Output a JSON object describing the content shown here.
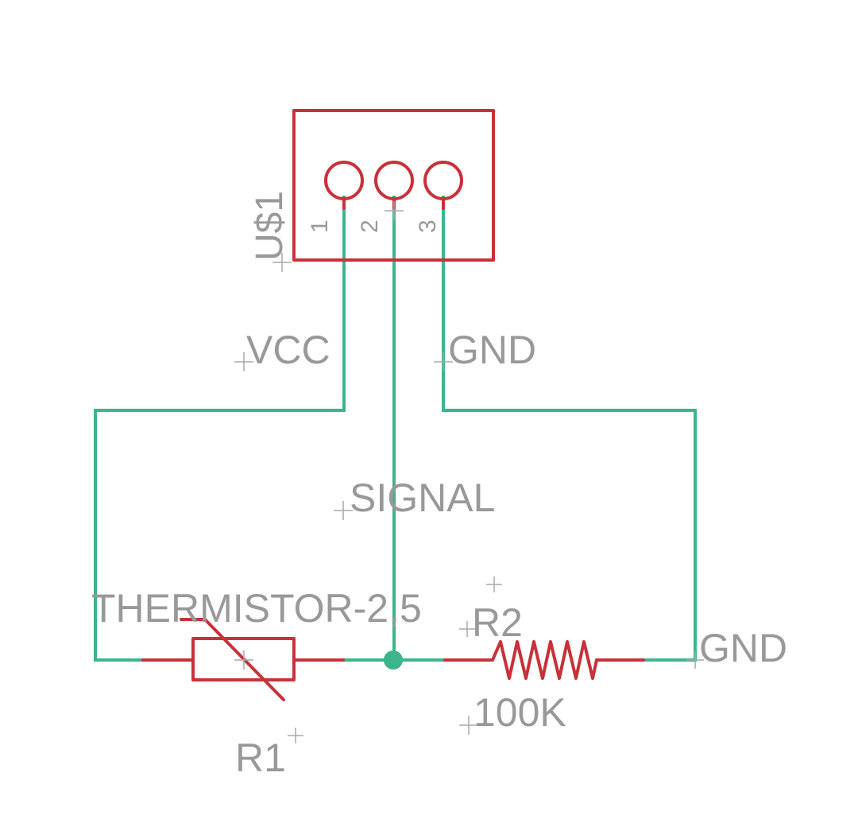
{
  "colors": {
    "background": "#ffffff",
    "wire": "#3cb58c",
    "part": "#c8313a",
    "label": "#999999",
    "junction": "#3cb58c"
  },
  "connector": {
    "name": "U$1",
    "pins": [
      "1",
      "2",
      "3"
    ]
  },
  "nets": {
    "vcc": "VCC",
    "gnd_top": "GND",
    "signal": "SIGNAL",
    "gnd_right": "GND"
  },
  "r1": {
    "name": "R1",
    "value": "THERMISTOR-2,5"
  },
  "r2": {
    "name": "R2",
    "value": "100K"
  }
}
